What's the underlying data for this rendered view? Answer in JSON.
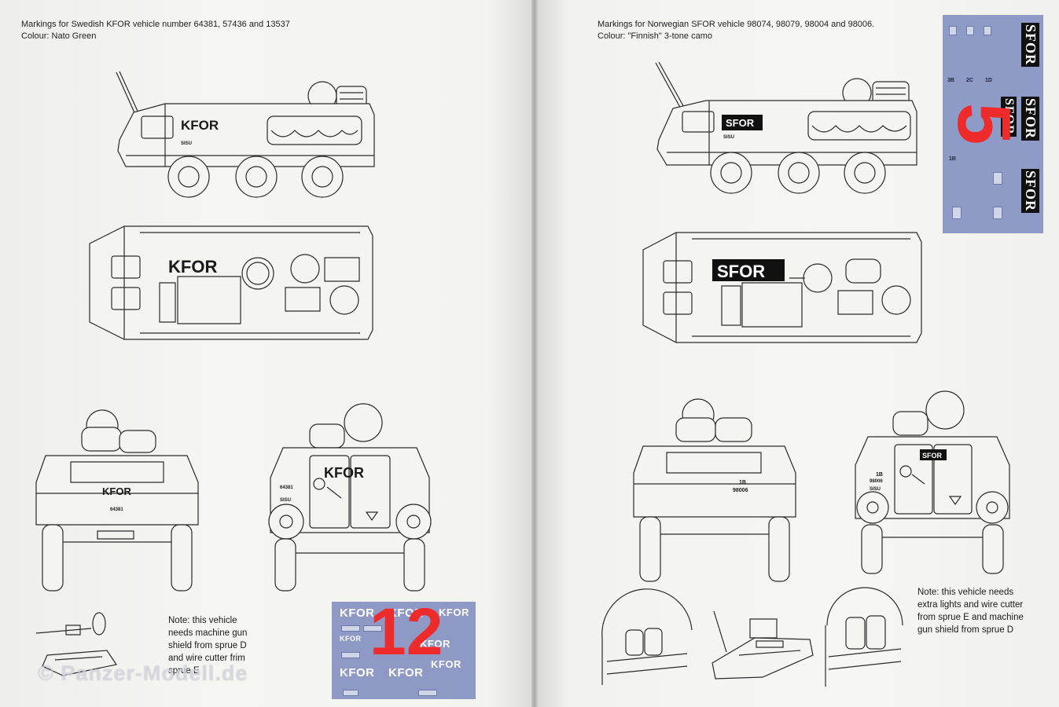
{
  "left_page": {
    "caption_line1": "Markings for Swedish KFOR vehicle number 64381, 57436 and 13537",
    "caption_line2": "Colour: Nato Green",
    "side_view_marking": "KFOR",
    "side_view_plate": "SISU",
    "top_view_marking": "KFOR",
    "front_view_marking": "KFOR",
    "front_view_number": "64381",
    "rear_view_marking": "KFOR",
    "rear_view_number": "64381",
    "rear_view_plate": "SISU",
    "note": [
      "Note: this vehicle",
      "needs machine gun",
      "shield from sprue D",
      "and wire cutter frim",
      "sprue E"
    ],
    "decal_sheet": {
      "labels": [
        "KFOR",
        "KFOR",
        "KFOR",
        "KFOR",
        "KFOR",
        "KFOR",
        "KFOR",
        "KFOR"
      ],
      "big_number": "12"
    }
  },
  "right_page": {
    "caption_line1": "Markings for Norwegian SFOR vehicle 98074, 98079, 98004 and 98006.",
    "caption_line2": "Colour: \"Finnish\" 3-tone camo",
    "side_view_marking": "SFOR",
    "side_view_plate": "SISU",
    "top_view_marking": "SFOR",
    "front_view_code": "1B",
    "front_view_number": "98006",
    "rear_view_marking": "SFOR",
    "rear_view_code": "1B",
    "rear_view_number": "98006",
    "rear_view_plate": "SISU",
    "note": [
      "Note: this vehicle needs",
      "extra lights and wire cutter",
      "from sprue E and machine",
      "gun shield from sprue D"
    ],
    "decal_sheet": {
      "strips": [
        "SFOR",
        "SFOR",
        "SFOR",
        "SFOR"
      ],
      "big_number": "5",
      "small_codes": [
        "3B",
        "2C",
        "1D",
        "1B"
      ]
    }
  },
  "watermark": "© Panzer-Modell.de"
}
